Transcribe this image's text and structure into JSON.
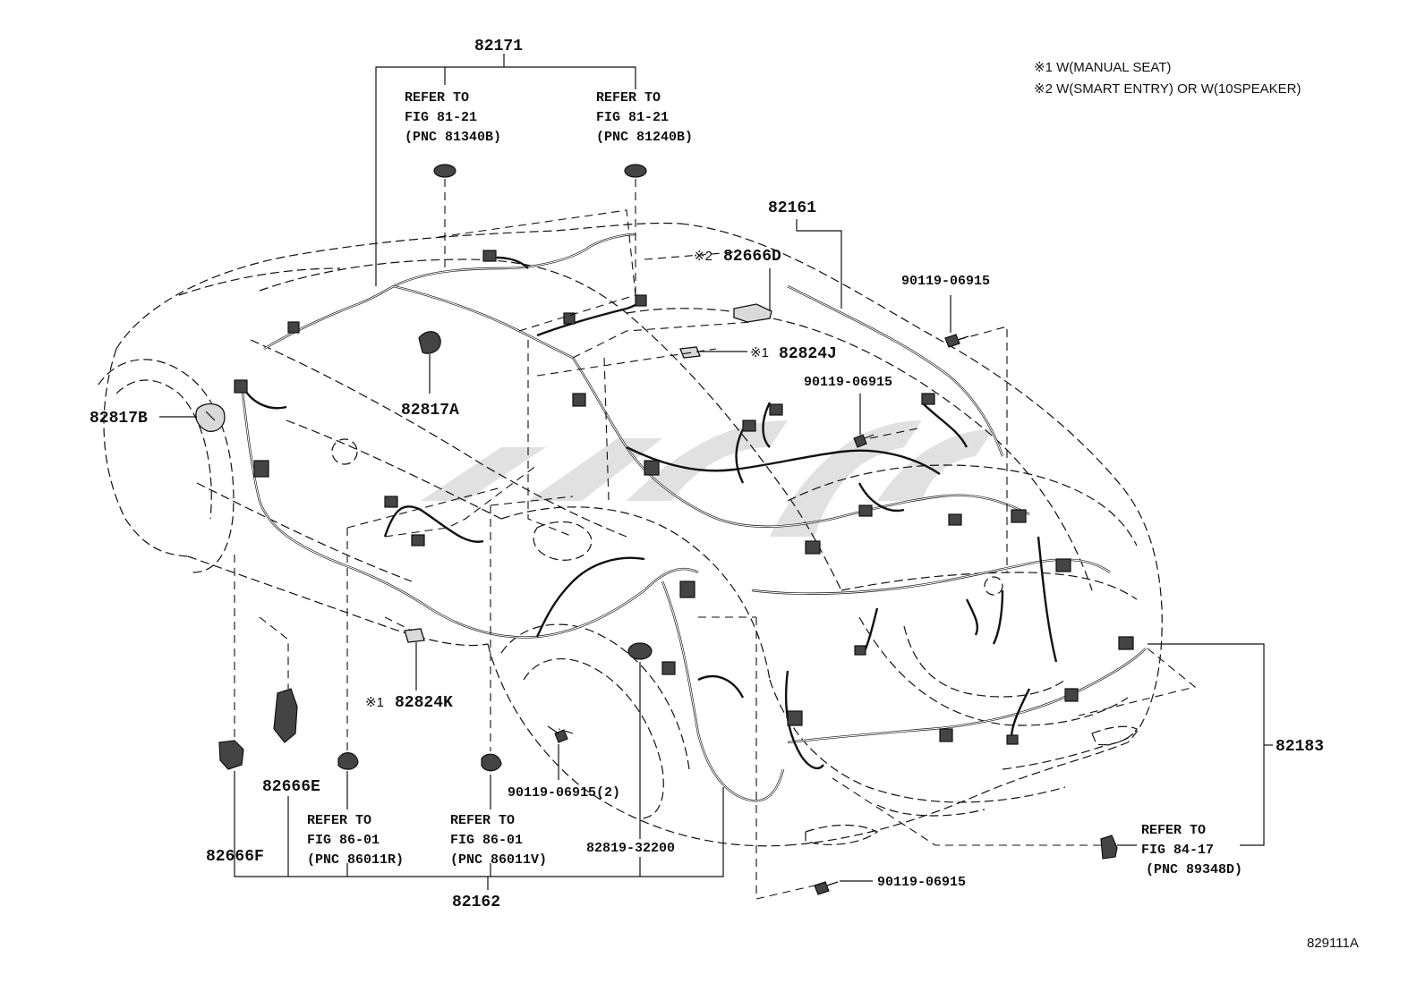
{
  "notes": [
    "※1 W(MANUAL SEAT)",
    "※2 W(SMART ENTRY) OR W(10SPEAKER)"
  ],
  "figure_code": "829111A",
  "parts": {
    "p82171": "82171",
    "p82161": "82161",
    "p82666D": "82666D",
    "p82666D_mark": "※2",
    "p82824J": "82824J",
    "p82824J_mark": "※1",
    "p82817A": "82817A",
    "p82817B": "82817B",
    "p82824K": "82824K",
    "p82824K_mark": "※1",
    "p82666E": "82666E",
    "p82666F": "82666F",
    "p82162": "82162",
    "p82183": "82183",
    "p82819": "82819-32200",
    "bolt_top": "90119-06915",
    "bolt_mid": "90119-06915",
    "bolt_front": "90119-06915(2)",
    "bolt_bottom": "90119-06915"
  },
  "refs": {
    "ref1": [
      "REFER TO",
      "FIG 81-21",
      "(PNC 81340B)"
    ],
    "ref2": [
      "REFER TO",
      "FIG 81-21",
      "(PNC 81240B)"
    ],
    "ref3": [
      "REFER TO",
      "FIG 86-01",
      "(PNC 86011R)"
    ],
    "ref4": [
      "REFER TO",
      "FIG 86-01",
      "(PNC 86011V)"
    ],
    "ref5": [
      "REFER TO",
      "FIG 84-17",
      "(PNC 89348D)"
    ]
  }
}
